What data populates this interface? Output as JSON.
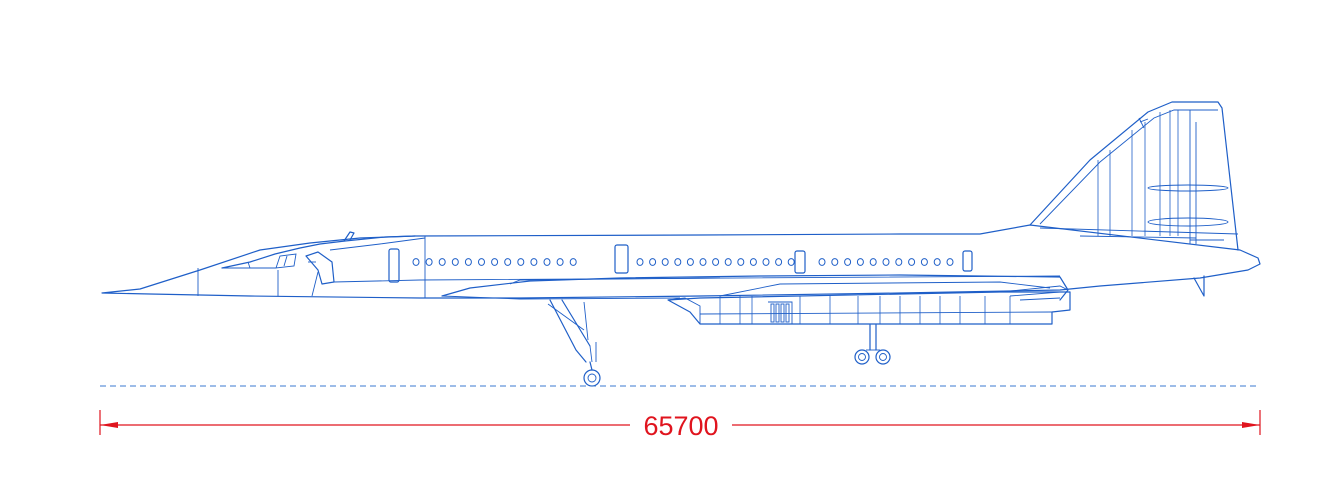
{
  "dimension": {
    "overall_length": "65700"
  },
  "colors": {
    "outline": "#1f5fc8",
    "dimension": "#e0141e",
    "ground": "#3b78d0",
    "background": "#ffffff"
  },
  "windows": {
    "group1_count": 13,
    "group2_count": 13,
    "group3_count": 11
  }
}
